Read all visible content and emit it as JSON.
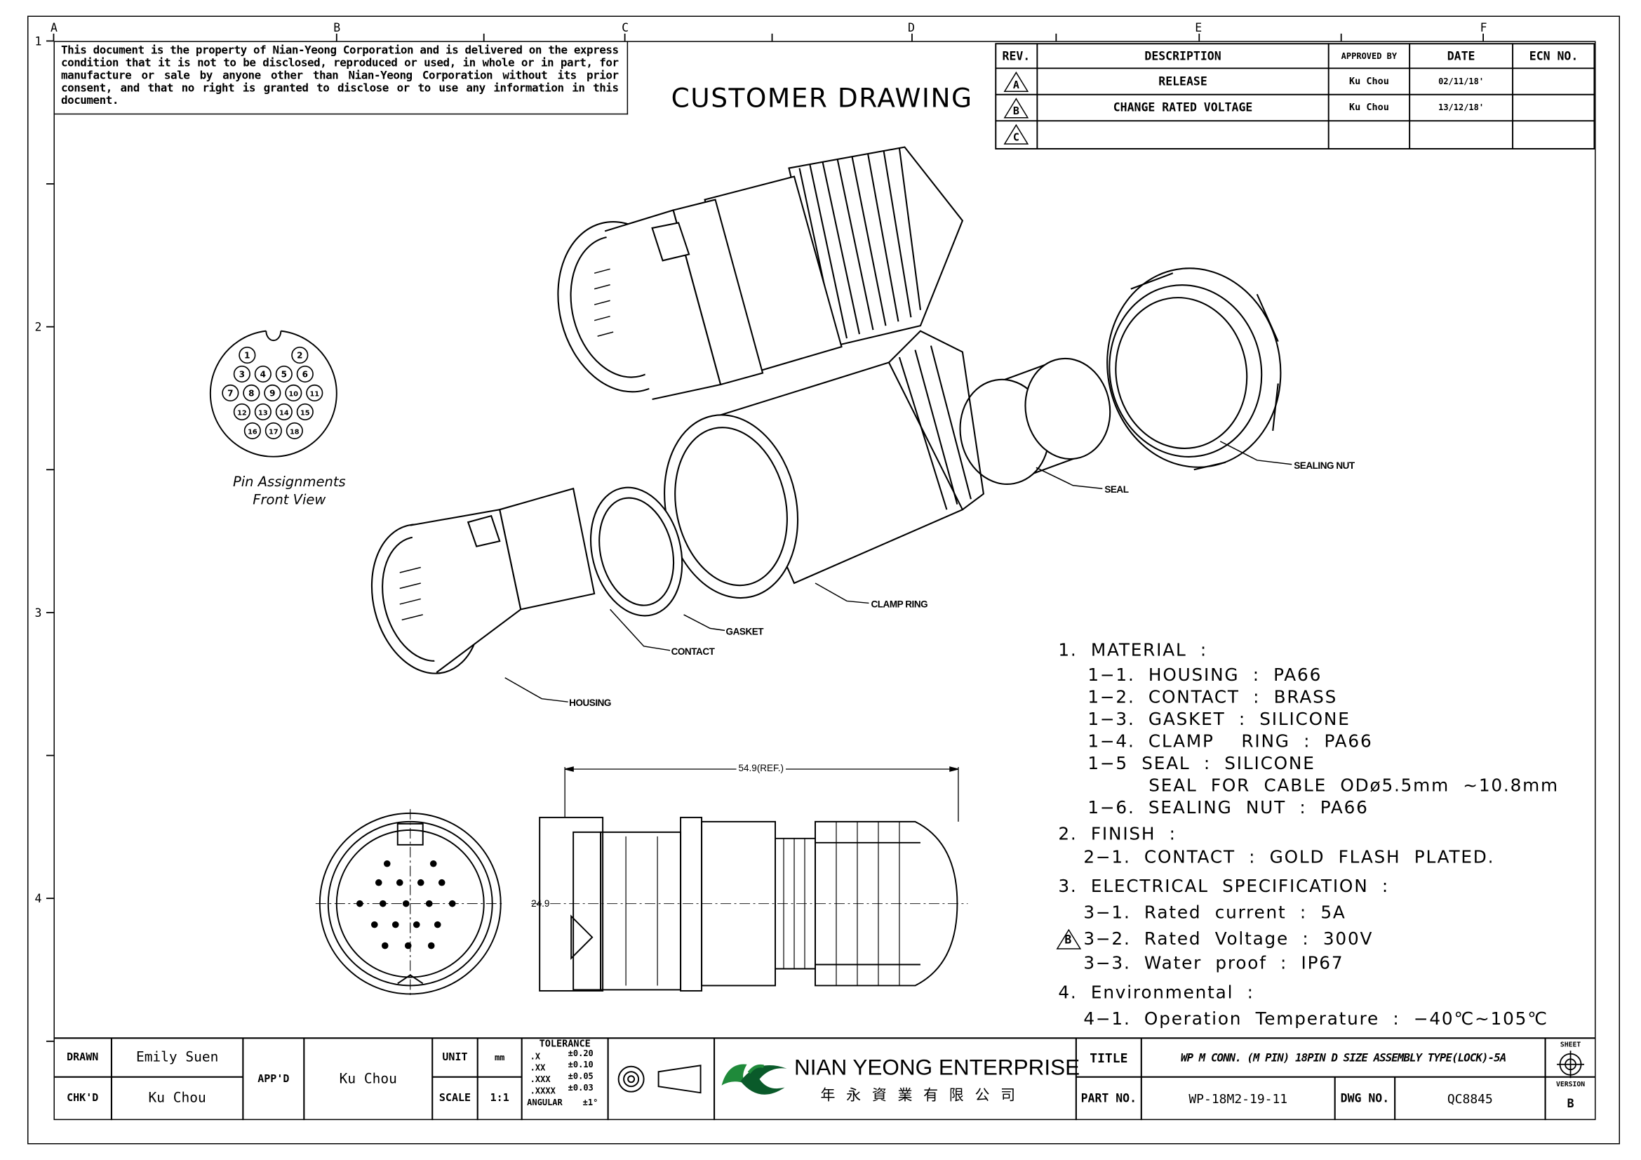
{
  "zone_labels": {
    "columns": [
      "A",
      "B",
      "C",
      "D",
      "E",
      "F"
    ],
    "rows": [
      "1",
      "2",
      "3",
      "4"
    ]
  },
  "notice": "This document is the property of Nian-Yeong Corporation and is delivered on the express condition that it is not to be disclosed, reproduced or used, in whole or in part, for manufacture or sale by anyone other than Nian-Yeong Corporation without its prior consent, and that no right is granted to disclose or to use any information in this document.",
  "drawing_title": "CUSTOMER DRAWING",
  "revision_table": {
    "headers": {
      "rev": "REV.",
      "description": "DESCRIPTION",
      "approved_by": "APPROVED BY",
      "date": "DATE",
      "ecn": "ECN NO."
    },
    "rows": [
      {
        "rev": "A",
        "description": "RELEASE",
        "approved_by": "Ku Chou",
        "date": "02/11/18'",
        "ecn": ""
      },
      {
        "rev": "B",
        "description": "CHANGE RATED VOLTAGE",
        "approved_by": "Ku Chou",
        "date": "13/12/18'",
        "ecn": ""
      },
      {
        "rev": "C",
        "description": "",
        "approved_by": "",
        "date": "",
        "ecn": ""
      }
    ]
  },
  "pin_diagram": {
    "pins": [
      "1",
      "2",
      "3",
      "4",
      "5",
      "6",
      "7",
      "8",
      "9",
      "10",
      "11",
      "12",
      "13",
      "14",
      "15",
      "16",
      "17",
      "18"
    ],
    "caption_line1": "Pin Assignments",
    "caption_line2": "Front View"
  },
  "callouts": {
    "sealing_nut": "SEALING NUT",
    "seal": "SEAL",
    "clamp_ring": "CLAMP RING",
    "gasket": "GASKET",
    "contact": "CONTACT",
    "housing": "HOUSING"
  },
  "dimensions": {
    "length": "54.9(REF.)",
    "diameter": "24.9"
  },
  "notes": [
    "1.  MATERIAL  :",
    "1−1.  HOUSING  :  PA66",
    "1−2.  CONTACT  :  BRASS",
    "1−3.  GASKET  :  SILICONE",
    "1−4.  CLAMP    RING  :  PA66",
    "1−5  SEAL  :  SILICONE",
    "SEAL  FOR  CABLE  ODø5.5mm  ~10.8mm",
    "1−6.  SEALING  NUT  :  PA66",
    "2.  FINISH  :",
    "2−1.  CONTACT  :  GOLD  FLASH  PLATED.",
    "3.  ELECTRICAL  SPECIFICATION  :",
    "3−1.  Rated  current  :  5A",
    "3−2.  Rated  Voltage  :  300V",
    "3−3.  Water  proof  :  IP67",
    "4.  Environmental  :",
    "4−1.  Operation  Temperature  :  −40℃~105℃"
  ],
  "notes_rev_flag": "B",
  "title_block": {
    "drawn_label": "DRAWN",
    "drawn_value": "Emily Suen",
    "chkd_label": "CHK'D",
    "chkd_value": "Ku Chou",
    "appd_label": "APP'D",
    "appd_value": "Ku Chou",
    "unit_label": "UNIT",
    "unit_value": "mm",
    "scale_label": "SCALE",
    "scale_value": "1:1",
    "tolerance_title": "TOLERANCE",
    "tolerances": [
      {
        "label": ".X",
        "value": "±0.20"
      },
      {
        "label": ".XX",
        "value": "±0.10"
      },
      {
        "label": ".XXX",
        "value": "±0.05"
      },
      {
        "label": ".XXXX",
        "value": "±0.03"
      },
      {
        "label": "ANGULAR",
        "value": "±1°"
      }
    ],
    "company_name": "NIAN YEONG ENTERPRISE",
    "company_name_cn": "年 永 資 業 有 限 公 司",
    "title_label": "TITLE",
    "title_value": "WP M CONN. (M PIN) 18PIN D SIZE ASSEMBLY TYPE(LOCK)-5A",
    "part_no_label": "PART NO.",
    "part_no_value": "WP-18M2-19-11",
    "dwg_no_label": "DWG NO.",
    "dwg_no_value": "QC8845",
    "sheet_label": "SHEET",
    "version_label": "VERSION",
    "version_value": "B"
  },
  "colors": {
    "line": "#000000",
    "logo_green": "#1f8a3a",
    "logo_dark": "#0a5a2a"
  }
}
